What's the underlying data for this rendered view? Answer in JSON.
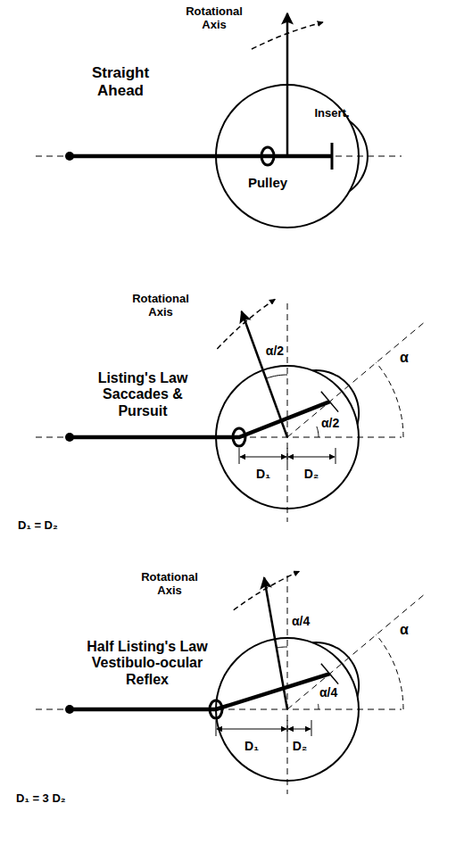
{
  "diagram": {
    "labels": [
      "Rotational Axis",
      "Straight Ahead",
      "Insert.",
      "Pulley",
      "Rotational Axis",
      "α/2",
      "Listing's Law Saccades & Pursuit",
      "α/2",
      "α",
      "D₁",
      "D₂",
      "D₁ = D₂",
      "Rotational Axis",
      "α/4",
      "Half Listing's Law Vestibulo-ocular Reflex",
      "α/4",
      "α",
      "D₁",
      "D₂",
      "D₁ = 3 D₂"
    ]
  }
}
